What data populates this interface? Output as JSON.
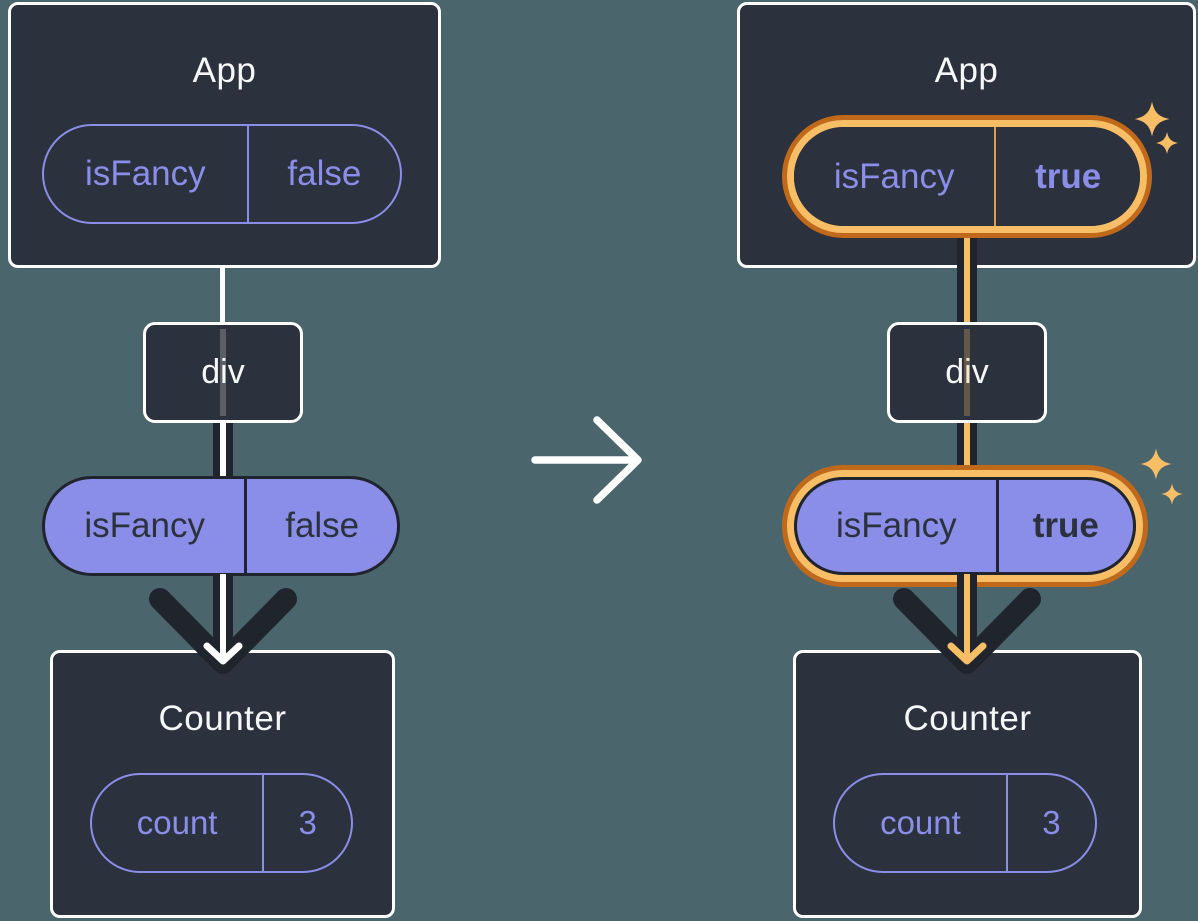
{
  "colors": {
    "background": "#4B656D",
    "card": "#2B313D",
    "card_border": "#FFFFFF",
    "purple": "#8B8EE8",
    "dark_line": "#20242C",
    "orange_dark": "#C1691A",
    "orange_light": "#F8BE66",
    "divider_orange": "#E09B4A",
    "text_light": "#F6F7F9",
    "text_dark": "#2B313D",
    "white_line": "#FFFFFF"
  },
  "icons": {
    "transform": "right-arrow-icon",
    "highlight": "sparkle-icon",
    "flow": "down-arrow-icon"
  },
  "left_tree": {
    "app": {
      "label": "App",
      "state": {
        "name": "isFancy",
        "value": "false"
      }
    },
    "div_node": {
      "label": "div"
    },
    "prop": {
      "name": "isFancy",
      "value": "false"
    },
    "counter": {
      "label": "Counter",
      "state": {
        "name": "count",
        "value": "3"
      }
    }
  },
  "right_tree": {
    "app": {
      "label": "App",
      "state": {
        "name": "isFancy",
        "value": "true"
      }
    },
    "div_node": {
      "label": "div"
    },
    "prop": {
      "name": "isFancy",
      "value": "true"
    },
    "counter": {
      "label": "Counter",
      "state": {
        "name": "count",
        "value": "3"
      }
    }
  }
}
